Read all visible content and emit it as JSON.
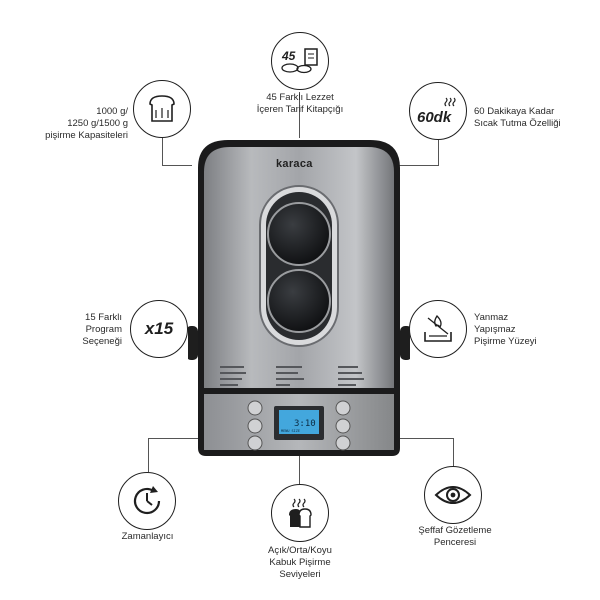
{
  "brand": "karaca",
  "features": {
    "recipes": {
      "icon": "recipe-book-icon",
      "badge": "45",
      "lines": [
        "45 Farklı Lezzet",
        "İçeren Tarif Kitapçığı"
      ]
    },
    "capacity": {
      "icon": "bread-loaf-icon",
      "lines": [
        "1000 g/",
        "1250 g/1500 g",
        "pişirme Kapasiteleri"
      ]
    },
    "keepwarm": {
      "icon": "steam-60dk-icon",
      "badge": "60dk",
      "lines": [
        "60 Dakikaya Kadar",
        "Sıcak Tutma Özelliği"
      ]
    },
    "programs": {
      "icon": "x15-icon",
      "badge": "x15",
      "lines": [
        "15 Farklı",
        "Program",
        "Seçeneği"
      ]
    },
    "nonstick": {
      "icon": "nonstick-flame-icon",
      "lines": [
        "Yanmaz",
        "Yapışmaz",
        "Pişirme Yüzeyi"
      ]
    },
    "timer": {
      "icon": "timer-clock-icon",
      "lines": [
        "Zamanlayıcı"
      ]
    },
    "crust": {
      "icon": "toast-steam-icon",
      "lines": [
        "Açık/Orta/Koyu",
        "Kabuk Pişirme",
        "Seviyeleri"
      ]
    },
    "window": {
      "icon": "eye-icon",
      "lines": [
        "Şeffaf Gözetleme",
        "Penceresi"
      ]
    }
  },
  "lcd": {
    "time": "3:10",
    "modes": "MENU SIZE"
  }
}
